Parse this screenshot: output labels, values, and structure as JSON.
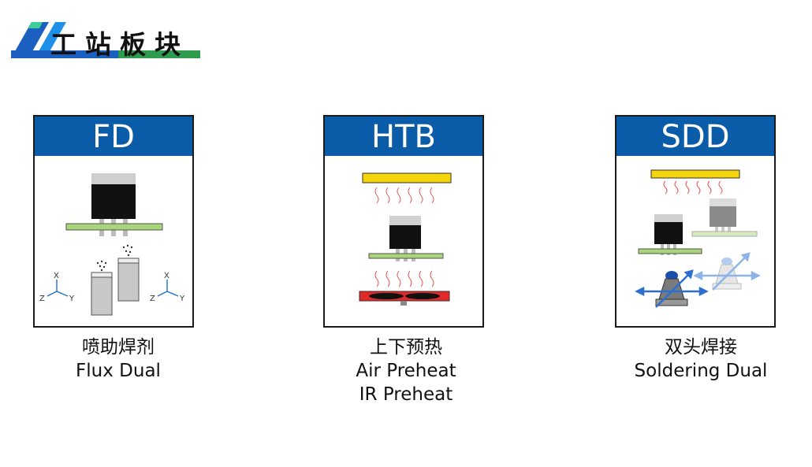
{
  "header": {
    "title": "工站板块"
  },
  "colors": {
    "header_blue": "#0a5ca8",
    "accent_green": "#2e9b4e",
    "heater_yellow": "#f5d60a",
    "heater_red": "#e02a2a",
    "pcb_green": "#a8d47a"
  },
  "stations": [
    {
      "code": "FD",
      "name_cn": "喷助焊剂",
      "name_en": "Flux Dual"
    },
    {
      "code": "HTB",
      "name_cn": "上下预热",
      "name_en_1": "Air Preheat",
      "name_en_2": "IR Preheat"
    },
    {
      "code": "SDD",
      "name_cn": "双头焊接",
      "name_en": "Soldering Dual"
    }
  ],
  "axes": {
    "x": "X",
    "y": "Y",
    "z": "Z"
  }
}
